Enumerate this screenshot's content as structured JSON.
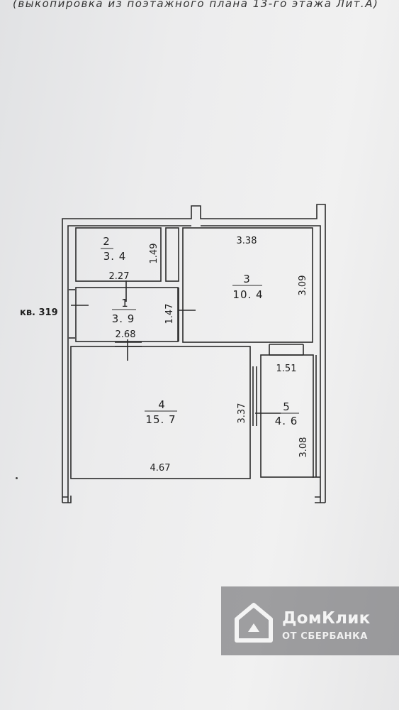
{
  "caption": "(выкопировка из поэтажного плана 13-го этажа Лит.А)",
  "apartment_label": "кв. 319",
  "rooms": [
    {
      "number": "1",
      "area": "3. 9",
      "dim_horizontal": "2.68",
      "dim_vertical": "1.47"
    },
    {
      "number": "2",
      "area": "3. 4",
      "dim_horizontal": "2.27",
      "dim_vertical": "1.49"
    },
    {
      "number": "3",
      "area": "10. 4",
      "dim_horizontal": "3.38",
      "dim_vertical": "3.09"
    },
    {
      "number": "4",
      "area": "15. 7",
      "dim_horizontal": "4.67",
      "dim_vertical": "3.37"
    },
    {
      "number": "5",
      "area": "4. 6",
      "dim_horizontal": "1.51",
      "dim_vertical": "3.08"
    }
  ],
  "watermark": {
    "brand": "ДомКлик",
    "subtitle": "ОТ СБЕРБАНКА"
  },
  "colors": {
    "line": "#2b2b2b",
    "text": "#1f1f1f",
    "watermark_bg": "#5a5a5c",
    "watermark_text": "#f4f4f4"
  }
}
